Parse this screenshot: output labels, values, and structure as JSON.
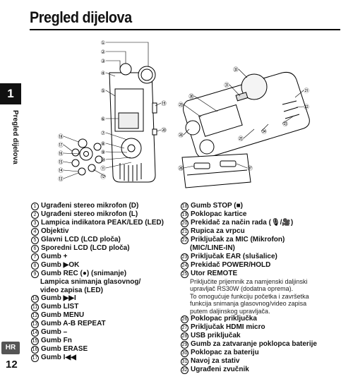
{
  "page": {
    "title": "Pregled dijelova",
    "chapter_number": "1",
    "chapter_label": "Pregled dijelova",
    "language": "HR",
    "page_number": "12"
  },
  "figure": {
    "callouts": [
      "①",
      "②",
      "③",
      "④",
      "⑤",
      "⑥",
      "⑦",
      "⑧",
      "⑨",
      "⑩",
      "⑪",
      "⑫",
      "⑬",
      "⑭",
      "⑮",
      "⑯",
      "⑰",
      "⑱",
      "⑲",
      "⑳",
      "㉑",
      "㉒",
      "㉓",
      "㉔",
      "㉕",
      "㉖",
      "㉗",
      "㉘",
      "㉙",
      "㉚",
      "㉛",
      "㉜"
    ]
  },
  "parts_left": [
    {
      "n": "1",
      "text": "Ugrađeni stereo mikrofon (D)"
    },
    {
      "n": "2",
      "text": "Ugrađeni stereo mikrofon (L)"
    },
    {
      "n": "3",
      "text": "Lampica indikatora PEAK/LED (LED)"
    },
    {
      "n": "4",
      "text": "Objektiv"
    },
    {
      "n": "5",
      "text": "Glavni LCD (LCD ploča)"
    },
    {
      "n": "6",
      "text": "Sporedni LCD (LCD ploča)"
    },
    {
      "n": "7",
      "text": "Gumb +"
    },
    {
      "n": "8",
      "text": "Gumb ▶OK"
    },
    {
      "n": "9",
      "text": "Gumb REC (●) (snimanje)"
    },
    {
      "n": "",
      "text": "Lampica snimanja glasovnog/"
    },
    {
      "n": "",
      "text": "video zapisa (LED)"
    },
    {
      "n": "10",
      "text": "Gumb ▶▶I"
    },
    {
      "n": "11",
      "text": "Gumb LIST"
    },
    {
      "n": "12",
      "text": "Gumb MENU"
    },
    {
      "n": "13",
      "text": "Gumb A-B REPEAT"
    },
    {
      "n": "14",
      "text": "Gumb –"
    },
    {
      "n": "15",
      "text": "Gumb Fn"
    },
    {
      "n": "16",
      "text": "Gumb ERASE"
    },
    {
      "n": "17",
      "text": "Gumb I◀◀"
    }
  ],
  "parts_right": [
    {
      "n": "18",
      "text": "Gumb STOP (■)"
    },
    {
      "n": "19",
      "text": "Poklopac kartice"
    },
    {
      "n": "20",
      "text": "Prekidač za način rada (🎙/🎥)"
    },
    {
      "n": "21",
      "text": "Rupica za vrpcu"
    },
    {
      "n": "22",
      "text": "Priključak za MIC (Mikrofon)"
    },
    {
      "n": "",
      "text": "(MIC/LINE-IN)"
    },
    {
      "n": "23",
      "text": "Priključak EAR (slušalice)"
    },
    {
      "n": "24",
      "text": "Prekidač POWER/HOLD"
    },
    {
      "n": "25",
      "text": "Utor REMOTE"
    },
    {
      "n": "note",
      "text": "Priključite prijemnik za namjenski daljinski"
    },
    {
      "n": "note",
      "text": "upravljač RS30W (dodatna oprema)."
    },
    {
      "n": "note",
      "text": "To omogućuje funkciju početka i završetka"
    },
    {
      "n": "note",
      "text": "funkcija snimanja glasovnog/video zapisa"
    },
    {
      "n": "note",
      "text": "putem daljinskog upravljača."
    },
    {
      "n": "26",
      "text": "Poklopac priključka"
    },
    {
      "n": "27",
      "text": "Priključak HDMI micro"
    },
    {
      "n": "28",
      "text": "USB priključak"
    },
    {
      "n": "29",
      "text": "Gumb za zatvaranje poklopca baterije"
    },
    {
      "n": "30",
      "text": "Poklopac za bateriju"
    },
    {
      "n": "31",
      "text": "Navoj za stativ"
    },
    {
      "n": "32",
      "text": "Ugrađeni zvučnik"
    }
  ]
}
